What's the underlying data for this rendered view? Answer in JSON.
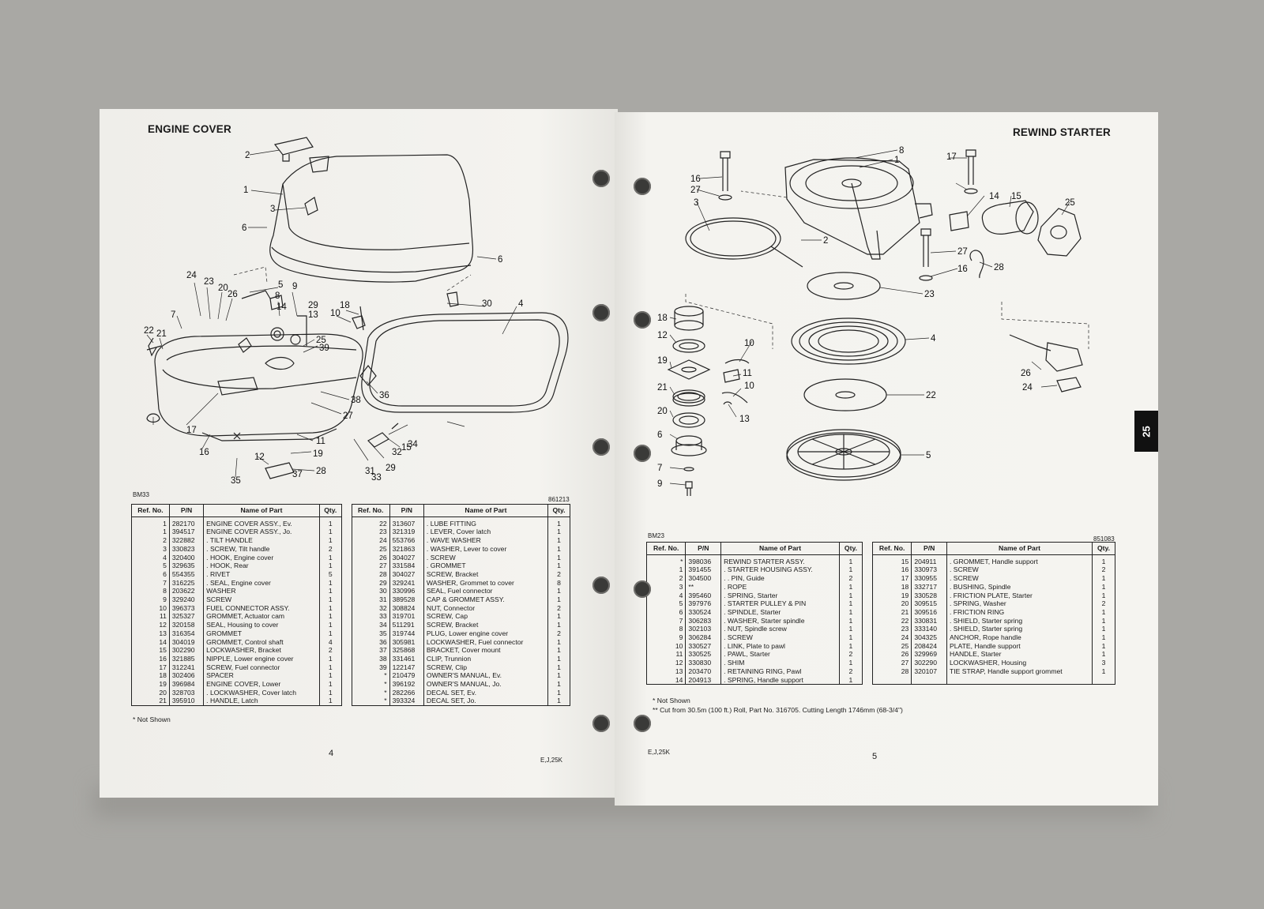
{
  "left": {
    "title": "ENGINE COVER",
    "fig_code": "BM33",
    "fig_stamp": "861213",
    "headers": [
      "Ref. No.",
      "P/N",
      "Name of Part",
      "Qty."
    ],
    "rows_a": [
      [
        "1",
        "282170",
        "ENGINE COVER ASSY., Ev.",
        "1"
      ],
      [
        "1",
        "394517",
        "ENGINE COVER ASSY., Jo.",
        "1"
      ],
      [
        "2",
        "322882",
        ". TILT HANDLE",
        "1"
      ],
      [
        "3",
        "330823",
        ". SCREW, Tilt handle",
        "2"
      ],
      [
        "4",
        "320400",
        ". HOOK, Engine cover",
        "1"
      ],
      [
        "5",
        "329635",
        ". HOOK, Rear",
        "1"
      ],
      [
        "6",
        "554355",
        ". RIVET",
        "5"
      ],
      [
        "7",
        "316225",
        ". SEAL, Engine cover",
        "1"
      ],
      [
        "8",
        "203622",
        "WASHER",
        "1"
      ],
      [
        "9",
        "329240",
        "SCREW",
        "1"
      ],
      [
        "10",
        "396373",
        "FUEL CONNECTOR ASSY.",
        "1"
      ],
      [
        "11",
        "325327",
        "GROMMET, Actuator cam",
        "1"
      ],
      [
        "12",
        "320158",
        "SEAL, Housing to cover",
        "1"
      ],
      [
        "13",
        "316354",
        "GROMMET",
        "1"
      ],
      [
        "14",
        "304019",
        "GROMMET, Control shaft",
        "4"
      ],
      [
        "15",
        "302290",
        "LOCKWASHER, Bracket",
        "2"
      ],
      [
        "16",
        "321885",
        "NIPPLE, Lower engine cover",
        "1"
      ],
      [
        "17",
        "312241",
        "SCREW, Fuel connector",
        "1"
      ],
      [
        "18",
        "302406",
        "SPACER",
        "1"
      ],
      [
        "19",
        "396984",
        "ENGINE COVER, Lower",
        "1"
      ],
      [
        "20",
        "328703",
        ". LOCKWASHER, Cover latch",
        "1"
      ],
      [
        "21",
        "395910",
        ". HANDLE, Latch",
        "1"
      ]
    ],
    "rows_b": [
      [
        "22",
        "313607",
        ". LUBE FITTING",
        "1"
      ],
      [
        "23",
        "321319",
        ". LEVER, Cover latch",
        "1"
      ],
      [
        "24",
        "553766",
        ". WAVE WASHER",
        "1"
      ],
      [
        "25",
        "321863",
        ". WASHER, Lever to cover",
        "1"
      ],
      [
        "26",
        "304027",
        ". SCREW",
        "1"
      ],
      [
        "27",
        "331584",
        ". GROMMET",
        "1"
      ],
      [
        "28",
        "304027",
        "SCREW, Bracket",
        "2"
      ],
      [
        "29",
        "329241",
        "WASHER, Grommet to cover",
        "8"
      ],
      [
        "30",
        "330996",
        "SEAL, Fuel connector",
        "1"
      ],
      [
        "31",
        "389528",
        "CAP & GROMMET ASSY.",
        "1"
      ],
      [
        "32",
        "308824",
        "NUT, Connector",
        "2"
      ],
      [
        "33",
        "319701",
        "SCREW, Cap",
        "1"
      ],
      [
        "34",
        "511291",
        "SCREW, Bracket",
        "1"
      ],
      [
        "35",
        "319744",
        "PLUG, Lower engine cover",
        "2"
      ],
      [
        "36",
        "305981",
        "LOCKWASHER, Fuel connector",
        "1"
      ],
      [
        "37",
        "325868",
        "BRACKET, Cover mount",
        "1"
      ],
      [
        "38",
        "331461",
        "CLIP, Trunnion",
        "1"
      ],
      [
        "39",
        "122147",
        "SCREW, Clip",
        "1"
      ],
      [
        "*",
        "210479",
        "OWNER'S MANUAL, Ev.",
        "1"
      ],
      [
        "*",
        "396192",
        "OWNER'S MANUAL, Jo.",
        "1"
      ],
      [
        "*",
        "282266",
        "DECAL SET, Ev.",
        "1"
      ],
      [
        "*",
        "393324",
        "DECAL SET, Jo.",
        "1"
      ]
    ],
    "note": "* Not Shown",
    "page_number": "4",
    "footer_code": "E,J,25K",
    "callouts": [
      "2",
      "1",
      "3",
      "6",
      "6",
      "5",
      "24",
      "23",
      "20",
      "26",
      "9",
      "8",
      "14",
      "29",
      "13",
      "18",
      "10",
      "30",
      "4",
      "7",
      "22",
      "21",
      "25",
      "39",
      "38",
      "36",
      "27",
      "17",
      "16",
      "11",
      "12",
      "19",
      "28",
      "15",
      "29",
      "31",
      "34",
      "33",
      "32",
      "37",
      "35"
    ]
  },
  "right": {
    "title": "REWIND STARTER",
    "fig_code": "BM23",
    "fig_stamp": "851083",
    "headers": [
      "Ref. No.",
      "P/N",
      "Name of Part",
      "Qty."
    ],
    "rows_a": [
      [
        "*",
        "398036",
        "REWIND STARTER ASSY.",
        "1"
      ],
      [
        "1",
        "391455",
        ". STARTER HOUSING ASSY.",
        "1"
      ],
      [
        "2",
        "304500",
        ". . PIN, Guide",
        "2"
      ],
      [
        "3",
        "**",
        ". ROPE",
        "1"
      ],
      [
        "4",
        "395460",
        ". SPRING, Starter",
        "1"
      ],
      [
        "5",
        "397976",
        ". STARTER PULLEY & PIN",
        "1"
      ],
      [
        "6",
        "330524",
        ". SPINDLE, Starter",
        "1"
      ],
      [
        "7",
        "306283",
        ". WASHER, Starter spindle",
        "1"
      ],
      [
        "8",
        "302103",
        ". NUT, Spindle screw",
        "1"
      ],
      [
        "9",
        "306284",
        ". SCREW",
        "1"
      ],
      [
        "10",
        "330527",
        ". LINK, Plate to pawl",
        "1"
      ],
      [
        "11",
        "330525",
        ". PAWL, Starter",
        "2"
      ],
      [
        "12",
        "330830",
        ". SHIM",
        "1"
      ],
      [
        "13",
        "203470",
        ". RETAINING RING, Pawl",
        "2"
      ],
      [
        "14",
        "204913",
        ". SPRING, Handle support",
        "1"
      ]
    ],
    "rows_b": [
      [
        "15",
        "204911",
        ". GROMMET, Handle support",
        "1"
      ],
      [
        "16",
        "330973",
        ". SCREW",
        "2"
      ],
      [
        "17",
        "330955",
        ". SCREW",
        "1"
      ],
      [
        "18",
        "332717",
        ". BUSHING, Spindle",
        "1"
      ],
      [
        "19",
        "330528",
        ". FRICTION PLATE, Starter",
        "1"
      ],
      [
        "20",
        "309515",
        ". SPRING, Washer",
        "2"
      ],
      [
        "21",
        "309516",
        ". FRICTION RING",
        "1"
      ],
      [
        "22",
        "330831",
        ". SHIELD, Starter spring",
        "1"
      ],
      [
        "23",
        "333140",
        ". SHIELD, Starter spring",
        "1"
      ],
      [
        "24",
        "304325",
        "ANCHOR, Rope handle",
        "1"
      ],
      [
        "25",
        "208424",
        "PLATE, Handle support",
        "1"
      ],
      [
        "26",
        "329969",
        "HANDLE, Starter",
        "1"
      ],
      [
        "27",
        "302290",
        "LOCKWASHER, Housing",
        "3"
      ],
      [
        "28",
        "320107",
        "TIE STRAP, Handle support grommet",
        "1"
      ]
    ],
    "note_1": "* Not Shown",
    "note_2": "** Cut from 30.5m (100 ft.) Roll, Part No. 316705. Cutting Length 1746mm (68-3/4\")",
    "page_number": "5",
    "footer_code": "E,J,25K",
    "tab_label": "25",
    "callouts": [
      "8",
      "1",
      "17",
      "16",
      "27",
      "3",
      "2",
      "14",
      "15",
      "25",
      "27",
      "16",
      "28",
      "23",
      "18",
      "12",
      "10",
      "19",
      "11",
      "10",
      "21",
      "13",
      "20",
      "6",
      "7",
      "9",
      "4",
      "22",
      "5",
      "26",
      "24"
    ]
  }
}
